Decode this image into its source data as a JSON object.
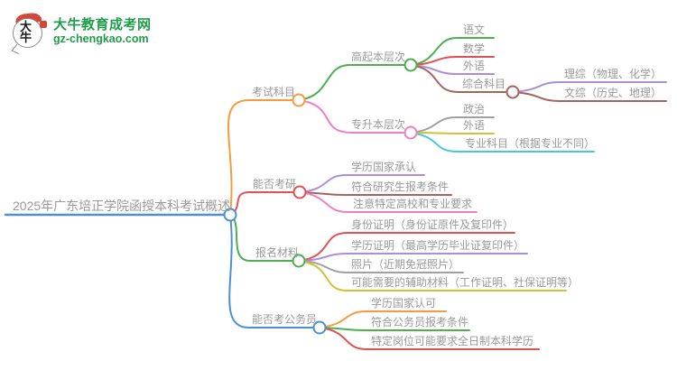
{
  "logo": {
    "badge_text": "大牛",
    "title": "大牛教育成考网",
    "url": "gz-chengkao.com"
  },
  "palette": {
    "orange": "#F59B40",
    "red": "#E25050",
    "green": "#4CB050",
    "blue": "#4A90D8",
    "purple": "#A98FD8",
    "brown": "#A5655C",
    "pink": "#EE7EC5",
    "gray": "#A0A0A0",
    "olive": "#CFC233",
    "cyan": "#45C8E8",
    "label": "#9A9A9A",
    "brand": "#1F9D4B",
    "logored": "#D5453A"
  },
  "mindmap": {
    "root": {
      "label": "2025年广东培正学院函授本科考试概述"
    },
    "branches": [
      {
        "label": "考试科目",
        "children": [
          {
            "label": "高起本层次",
            "children": [
              {
                "label": "语文"
              },
              {
                "label": "数学"
              },
              {
                "label": "外语"
              },
              {
                "label": "综合科目",
                "children": [
                  {
                    "label": "理综（物理、化学）"
                  },
                  {
                    "label": "文综（历史、地理）"
                  }
                ]
              }
            ]
          },
          {
            "label": "专升本层次",
            "children": [
              {
                "label": "政治"
              },
              {
                "label": "外语"
              },
              {
                "label": "专业科目（根据专业不同）"
              }
            ]
          }
        ]
      },
      {
        "label": "能否考研",
        "children": [
          {
            "label": "学历国家承认"
          },
          {
            "label": "符合研究生报考条件"
          },
          {
            "label": "注意特定高校和专业要求"
          }
        ]
      },
      {
        "label": "报名材料",
        "children": [
          {
            "label": "身份证明（身份证原件及复印件）"
          },
          {
            "label": "学历证明（最高学历毕业证复印件）"
          },
          {
            "label": "照片（近期免冠照片）"
          },
          {
            "label": "可能需要的辅助材料（工作证明、社保证明等）"
          }
        ]
      },
      {
        "label": "能否考公务员",
        "children": [
          {
            "label": "学历国家认可"
          },
          {
            "label": "符合公务员报考条件"
          },
          {
            "label": "特定岗位可能要求全日制本科学历"
          }
        ]
      }
    ]
  }
}
